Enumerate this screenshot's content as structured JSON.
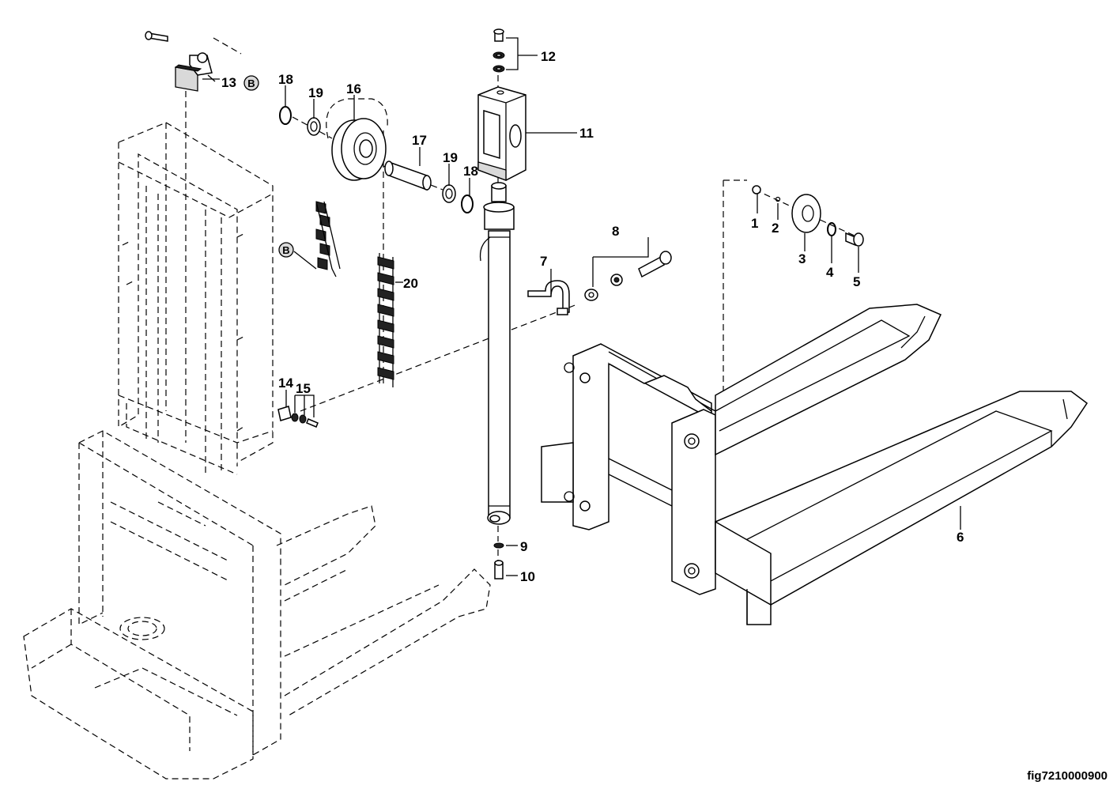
{
  "labels": {
    "p1": "1",
    "p2": "2",
    "p3": "3",
    "p4": "4",
    "p5": "5",
    "p6": "6",
    "p7": "7",
    "p8": "8",
    "p9": "9",
    "p10": "10",
    "p11": "11",
    "p12": "12",
    "p13": "13",
    "p14": "14",
    "p15": "15",
    "p16": "16",
    "p17": "17",
    "p18a": "18",
    "p18b": "18",
    "p19a": "19",
    "p19b": "19",
    "p20": "20",
    "callout_b1": "B",
    "callout_b2": "B"
  },
  "figure_id": "fig7210000900"
}
